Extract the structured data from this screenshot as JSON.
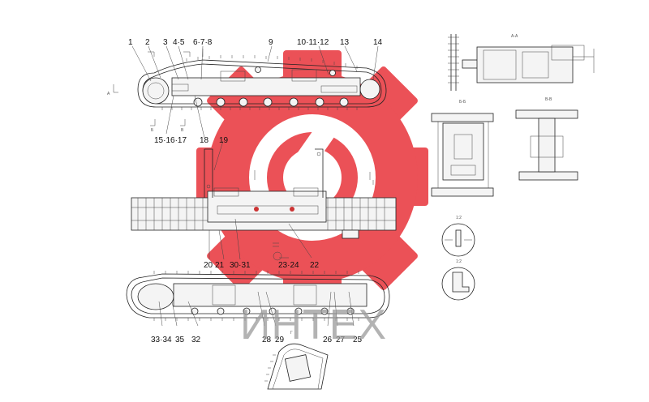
{
  "watermark": {
    "text": "ИНТЕХ",
    "gear_color": "#e8333a"
  },
  "callouts": {
    "top_row": [
      "1",
      "2",
      "3",
      "4·5",
      "6·7·8",
      "9",
      "10·11·12",
      "13",
      "14"
    ],
    "left_lower": [
      "15·16·17",
      "18",
      "19"
    ],
    "middle_lower": [
      "20",
      "21",
      "30·31",
      "23·24",
      "22"
    ],
    "bottom_row": [
      "33·34",
      "35",
      "32",
      "28",
      "29",
      "26",
      "27",
      "25"
    ]
  },
  "section_marks": {
    "a": "A",
    "b": "Б",
    "c": "В",
    "d": "Г",
    "sec_top": "А-А",
    "sec_mid": "Б-Б",
    "sec_right": "В-В",
    "det1": "1:2",
    "det2": "1:2"
  }
}
